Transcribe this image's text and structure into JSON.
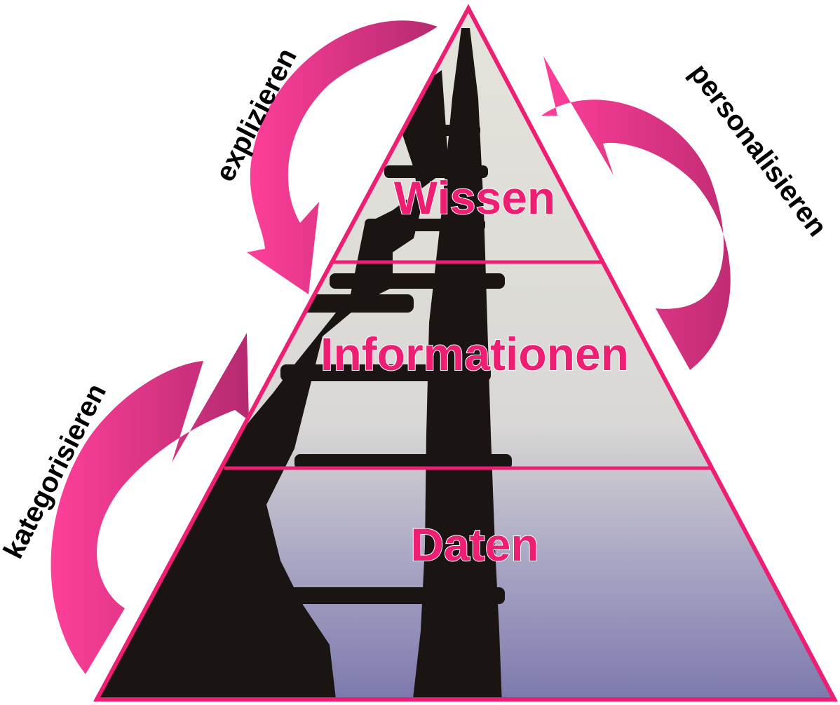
{
  "levels": {
    "top": "Wissen",
    "middle": "Informationen",
    "bottom": "Daten"
  },
  "arrows": {
    "upper_left": "explizieren",
    "right": "personalisieren",
    "lower_left": "kategorisieren"
  },
  "colors": {
    "accent": "#ee1e72",
    "arrow_light": "#ff3f9a",
    "arrow_dark": "#b02a6f",
    "sky_top": "#e3e2da",
    "sky_bottom": "#7f7bb0",
    "silhouette": "#1a1412"
  }
}
